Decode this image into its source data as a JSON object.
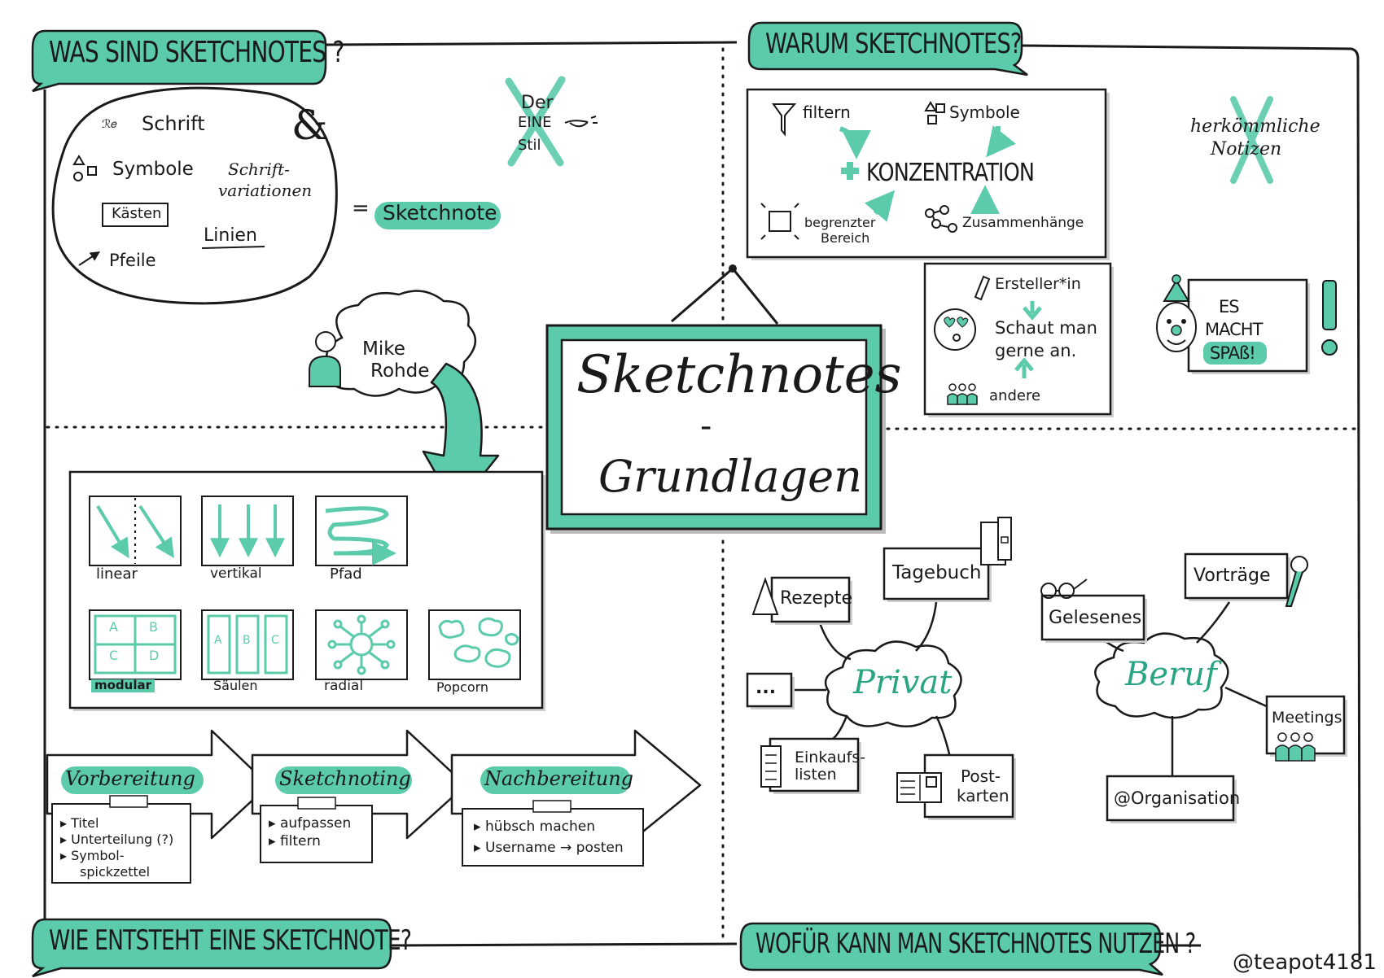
{
  "colors": {
    "accent": "#5ccbab",
    "ink": "#1a1a1a",
    "shadow": "#bdbdbd"
  },
  "title": {
    "line1": "Sketchnotes",
    "dash": "-",
    "line2": "Grundlagen"
  },
  "credit": "@teapot4181",
  "q1": {
    "banner": "WAS SIND SKETCHNOTES ?",
    "schrift": "Schrift",
    "symbole": "Symbole",
    "schriftvar1": "Schrift-",
    "schriftvar2": "variationen",
    "kaesten": "Kästen",
    "linien": "Linien",
    "pfeile": "Pfeile",
    "ampersand": "&",
    "equals": "=",
    "result": "Sketchnote",
    "crossed": [
      "Der",
      "EINE",
      "Stil"
    ],
    "person1": "Mike",
    "person2": "Rohde"
  },
  "q2": {
    "banner": "WARUM SKETCHNOTES?",
    "filtern": "filtern",
    "symbole": "Symbole",
    "konzentration": "KONZENTRATION",
    "begrenzter1": "begrenzter",
    "begrenzter2": "Bereich",
    "zusammenhaenge": "Zusammenhänge",
    "crossed1": "herkömmliche",
    "crossed2": "Notizen",
    "ersteller": "Ersteller*in",
    "schaut1": "Schaut man",
    "schaut2": "gerne an.",
    "andere": "andere",
    "spass1": "ES",
    "spass2": "MACHT",
    "spass3": "SPAß!"
  },
  "q3": {
    "banner": "WIE ENTSTEHT EINE SKETCHNOTE?",
    "layouts": [
      "linear",
      "vertikal",
      "Pfad",
      "modular",
      "Säulen",
      "radial",
      "Popcorn"
    ],
    "grid_letters": [
      "A",
      "B",
      "C",
      "D"
    ],
    "col_letters": [
      "A",
      "B",
      "C"
    ],
    "steps": [
      {
        "name": "Vorbereitung",
        "items": [
          "Titel",
          "Unterteilung (?)",
          "Symbol-",
          "spickzettel"
        ]
      },
      {
        "name": "Sketchnoting",
        "items": [
          "aufpassen",
          "filtern"
        ]
      },
      {
        "name": "Nachbereitung",
        "items": [
          "hübsch machen",
          "Username",
          "posten"
        ]
      }
    ]
  },
  "q4": {
    "banner": "WOFÜR KANN MAN SKETCHNOTES NUTZEN ?",
    "privat": "Privat",
    "beruf": "Beruf",
    "rezepte": "Rezepte",
    "tagebuch": "Tagebuch",
    "dots": "...",
    "einkauf1": "Einkaufs-",
    "einkauf2": "listen",
    "post1": "Post-",
    "post2": "karten",
    "gelesenes": "Gelesenes",
    "vortraege": "Vorträge",
    "meetings": "Meetings",
    "organisation": "Organisation"
  }
}
